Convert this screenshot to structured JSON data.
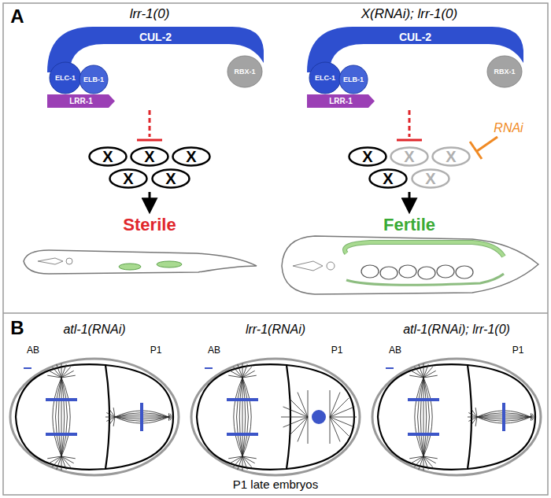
{
  "diagram": {
    "nodes": [
      {
        "text": [
          "CUL-2"
        ]
      },
      {
        "text": [
          "ELC-1"
        ]
      },
      {
        "text": [
          "ELB-1"
        ]
      },
      {
        "text": [
          "LRR-1"
        ]
      },
      {
        "text": [
          "RBX-1"
        ]
      },
      {
        "text": [
          "X"
        ]
      },
      {
        "text": [
          "X"
        ]
      },
      {
        "text": [
          "X"
        ]
      },
      {
        "text": [
          "X"
        ]
      },
      {
        "text": [
          "X"
        ]
      },
      {
        "text": [
          "CUL-2"
        ]
      },
      {
        "text": [
          "ELC-1"
        ]
      },
      {
        "text": [
          "ELB-1"
        ]
      },
      {
        "text": [
          "LRR-1"
        ]
      },
      {
        "text": [
          "RBX-1"
        ]
      },
      {
        "text": [
          "X"
        ]
      },
      {
        "text": [
          "X"
        ]
      },
      {
        "text": [
          "X"
        ]
      },
      {
        "text": [
          "X"
        ]
      },
      {
        "text": [
          "X"
        ]
      }
    ],
    "labels": [
      "A",
      "lrr-1(0)",
      "X(RNAi); lrr-1(0)",
      "Sterile",
      "Fertile",
      "RNAi",
      "B",
      "atl-1(RNAi)",
      "lrr-1(RNAi)",
      "atl-1(RNAi); lrr-1(0)",
      "AB",
      "P1",
      "AB",
      "P1",
      "AB",
      "P1",
      "P1 late embryos"
    ]
  }
}
